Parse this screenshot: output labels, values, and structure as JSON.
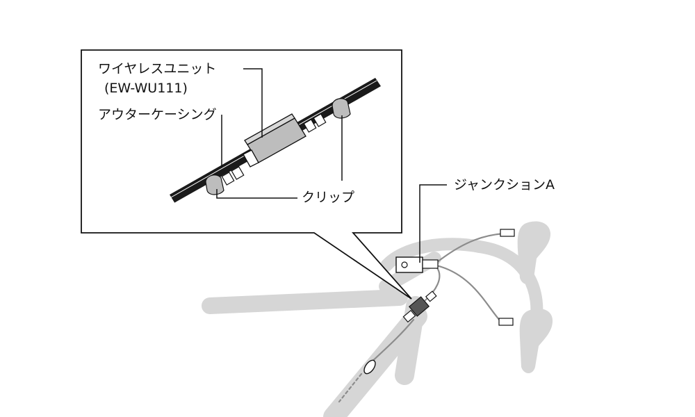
{
  "labels": {
    "wireless_unit_name": "ワイヤレスユニット",
    "wireless_unit_model": "(EW-WU111)",
    "outer_casing": "アウターケーシング",
    "clip": "クリップ",
    "junction": "ジャンクションA"
  },
  "colors": {
    "line": "#111111",
    "frame_gray": "#d6d6d6",
    "cable_gray": "#8c8c8c",
    "callout_border": "#111111",
    "part_fill": "#bdbdbd"
  }
}
